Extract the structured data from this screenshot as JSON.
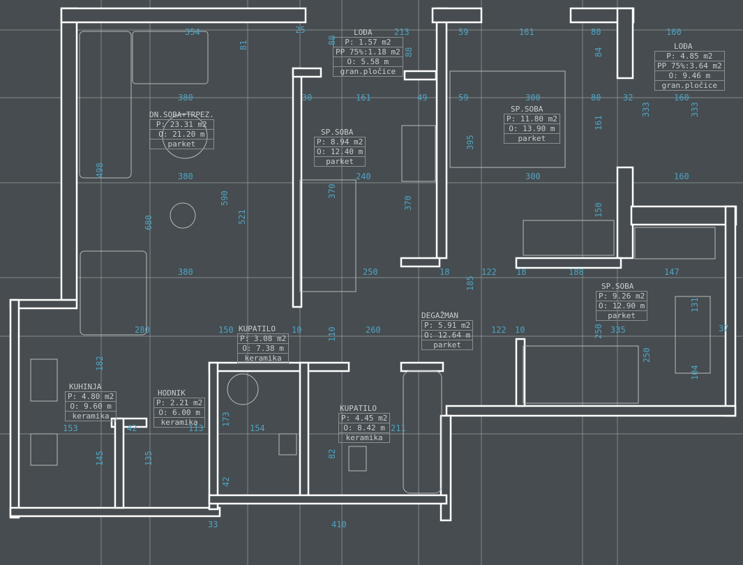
{
  "rooms": [
    {
      "name": "LOĐA",
      "area": "P: 1.57 m2",
      "usable": "PP 75%:1.18 m2",
      "perimeter": "O: 5.58 m",
      "floor": "gran.pločice"
    },
    {
      "name": "LOĐA",
      "area": "P: 4.85 m2",
      "usable": "PP 75%:3.64 m2",
      "perimeter": "O: 9.46 m",
      "floor": "gran.pločice"
    },
    {
      "name": "DN.SOBA+TRPEZ.",
      "area": "P: 23.31 m2",
      "perimeter": "O: 21.20 m",
      "floor": "parket"
    },
    {
      "name": "SP.SOBA",
      "area": "P: 8.94 m2",
      "perimeter": "O: 12.40 m",
      "floor": "parket"
    },
    {
      "name": "SP.SOBA",
      "area": "P: 11.80 m2",
      "perimeter": "O: 13.90 m",
      "floor": "parket"
    },
    {
      "name": "SP.SOBA",
      "area": "P: 9.26 m2",
      "perimeter": "O: 12.90 m",
      "floor": "parket"
    },
    {
      "name": "DEGAŽMAN",
      "area": "P: 5.91 m2",
      "perimeter": "O: 12.64 m",
      "floor": "parket"
    },
    {
      "name": "KUPATILO",
      "area": "P: 3.08 m2",
      "perimeter": "O: 7.38 m",
      "floor": "keramika"
    },
    {
      "name": "KUPATILO",
      "area": "P: 4.45 m2",
      "perimeter": "O: 8.42 m",
      "floor": "keramika"
    },
    {
      "name": "KUHINJA",
      "area": "P: 4.80 m2",
      "perimeter": "O: 9.60 m",
      "floor": "keramika"
    },
    {
      "name": "HODNIK",
      "area": "P: 2.21 m2",
      "perimeter": "O: 6.00 m",
      "floor": "keramika"
    }
  ],
  "dimensions": [
    "354",
    "25",
    "213",
    "59",
    "161",
    "80",
    "160",
    "380",
    "30",
    "161",
    "49",
    "59",
    "300",
    "80",
    "32",
    "160",
    "380",
    "240",
    "300",
    "160",
    "380",
    "250",
    "18",
    "122",
    "18",
    "188",
    "147",
    "280",
    "150",
    "10",
    "260",
    "110",
    "122",
    "10",
    "335",
    "153",
    "42",
    "113",
    "154",
    "211",
    "410",
    "33",
    "182",
    "145",
    "135",
    "173",
    "81",
    "590",
    "521",
    "680",
    "498",
    "370",
    "370",
    "395",
    "161",
    "150",
    "185",
    "250",
    "250",
    "131",
    "104",
    "37",
    "333",
    "333",
    "84",
    "88",
    "88",
    "82",
    "42"
  ]
}
